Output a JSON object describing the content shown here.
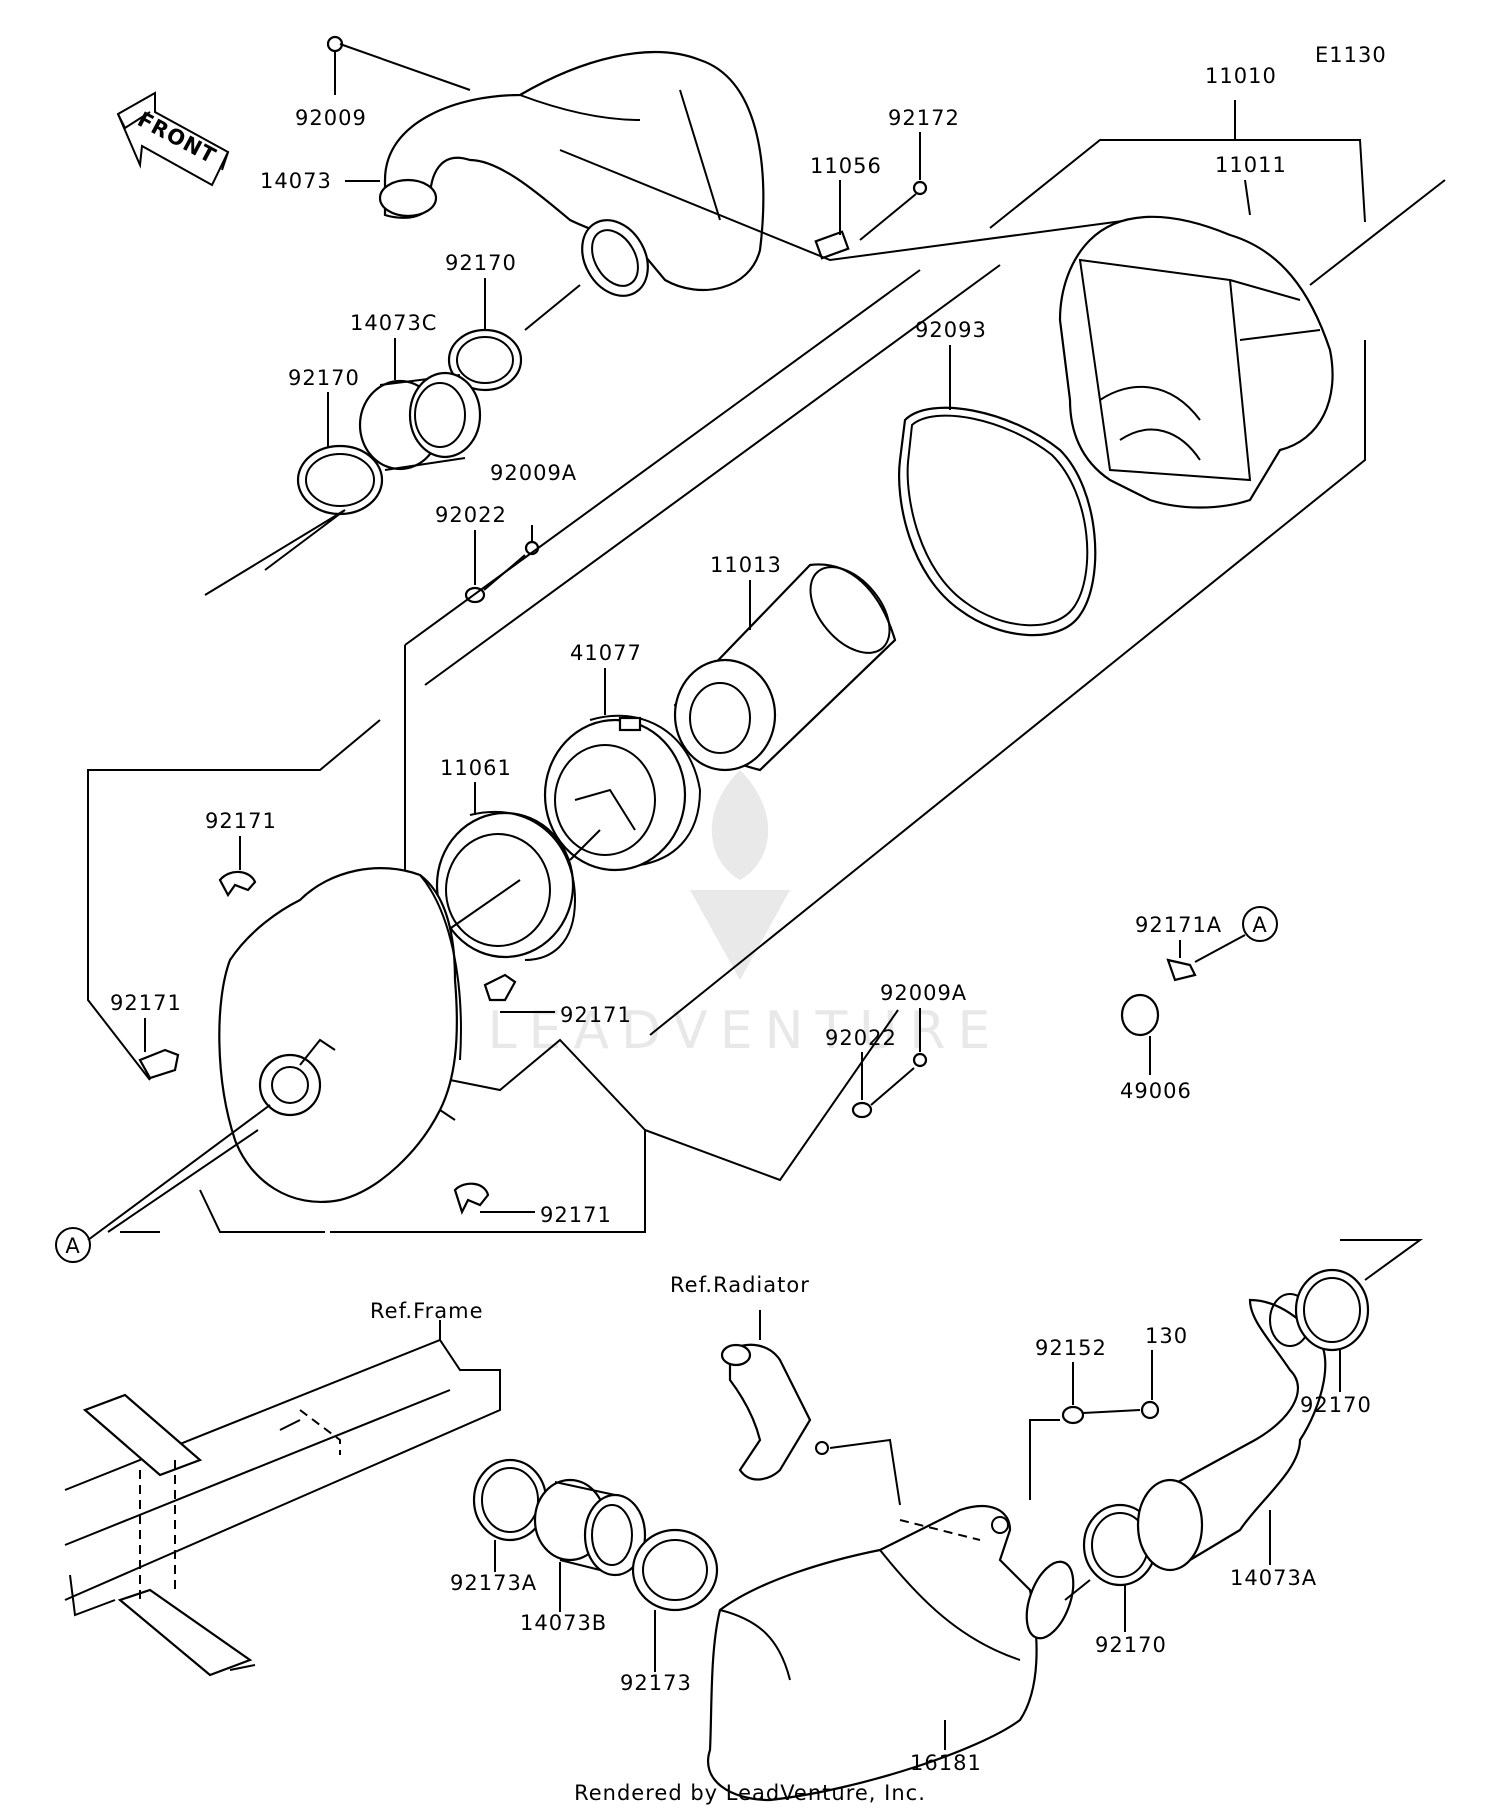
{
  "diagram_code": "E1130",
  "front_label": "FRONT",
  "watermark_text": "LEADVENTURE",
  "footer": "Rendered by LeadVenture, Inc.",
  "ref_labels": {
    "frame": "Ref.Frame",
    "radiator": "Ref.Radiator"
  },
  "callout_a": "A",
  "parts": {
    "p92009": "92009",
    "p14073": "14073",
    "p92172": "92172",
    "p11056": "11056",
    "p11010": "11010",
    "p11011": "11011",
    "p92170_a": "92170",
    "p14073C": "14073C",
    "p92170_b": "92170",
    "p92093": "92093",
    "p92009A_a": "92009A",
    "p92022_a": "92022",
    "p11013": "11013",
    "p41077": "41077",
    "p11061": "11061",
    "p92171_a": "92171",
    "p92171_b": "92171",
    "p92171_c": "92171",
    "p92171_d": "92171",
    "p92171A": "92171A",
    "p49006": "49006",
    "p92009A_b": "92009A",
    "p92022_b": "92022",
    "p92152": "92152",
    "p130": "130",
    "p92170_c": "92170",
    "p92173A": "92173A",
    "p14073B": "14073B",
    "p92173": "92173",
    "p92170_d": "92170",
    "p14073A": "14073A",
    "p16181": "16181"
  },
  "colors": {
    "line": "#000000",
    "watermark": "#d7d7d7",
    "background": "#ffffff"
  }
}
